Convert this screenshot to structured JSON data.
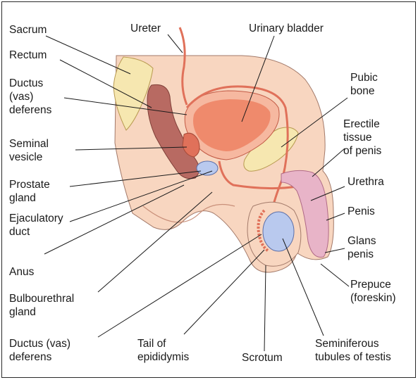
{
  "labels": {
    "sacrum": "Sacrum",
    "ureter": "Ureter",
    "urinary_bladder": "Urinary bladder",
    "rectum": "Rectum",
    "ductus_top": "Ductus\n(vas)\ndeferens",
    "pubic_bone": "Pubic\nbone",
    "seminal_vesicle": "Seminal\nvesicle",
    "erectile_tissue": "Erectile\ntissue\nof penis",
    "prostate_gland": "Prostate\ngland",
    "urethra": "Urethra",
    "penis": "Penis",
    "ejaculatory_duct": "Ejaculatory\nduct",
    "glans_penis": "Glans\npenis",
    "anus": "Anus",
    "prepuce": "Prepuce\n(foreskin)",
    "bulbourethral_gland": "Bulbourethral\ngland",
    "ductus_bottom": "Ductus (vas)\ndeferens",
    "tail_epididymis": "Tail of\nepididymis",
    "scrotum": "Scrotum",
    "seminiferous_tubules": "Seminiferous\ntubules of testis"
  },
  "colors": {
    "skin": "#f8d6c0",
    "skin_light": "#fbe6d6",
    "inner_skin": "#f3c4a6",
    "bone": "#f6e7b0",
    "rectum": "#b86a62",
    "bladder": "#ef8a6c",
    "bladder_wall": "#f6b8a0",
    "duct": "#e0715a",
    "penis_tissue": "#e8b4c8",
    "testis": "#b9c9ee",
    "leader": "#1a1a1a"
  }
}
